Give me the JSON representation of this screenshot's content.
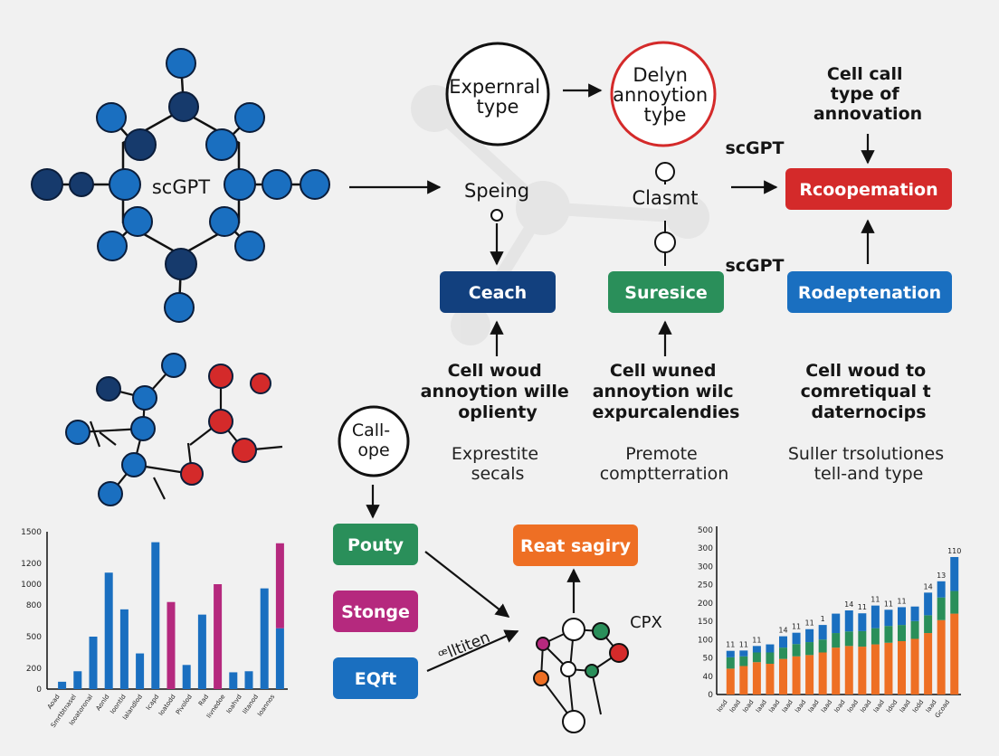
{
  "colors": {
    "blue": "#1a6fc0",
    "navy": "#163a6c",
    "red": "#d42a2a",
    "green": "#2a8f5a",
    "magenta": "#b5297e",
    "orange": "#ee6f24",
    "dark_box": "#12407e",
    "stage_bg": "#f1f1f1"
  },
  "molecule_label": "scGPT",
  "circles": {
    "external": [
      "Expernral",
      "type"
    ],
    "delyn": [
      "Delyn",
      "annoytion",
      "tyþe"
    ],
    "call": [
      "Call-",
      "ope"
    ]
  },
  "labels": {
    "cell_call": [
      "Cell call",
      "type of",
      "annovation"
    ],
    "scgpt_top": "scGPT",
    "scgpt_mid": "scGPT",
    "speing": "Speing",
    "clasmt": "Clasmt",
    "cpx": "CPX",
    "diagonal": "ꟹlltiten"
  },
  "boxes": {
    "reco": "Rcoopemation",
    "reda": "Rodeptenation",
    "ceach": "Ceach",
    "suresice": "Suresice",
    "pouty": "Pouty",
    "stonge": "Stonge",
    "eqft": "EQft",
    "reat": "Reat sagiry"
  },
  "captions": {
    "col1_bold": [
      "Cell woud",
      "annoytion wille",
      "oplienty"
    ],
    "col2_bold": [
      "Cell wuned",
      "annoytion wilc",
      "expurcalendies"
    ],
    "col3_bold": [
      "Cell woud to",
      "comretiqual t",
      "daternocips"
    ],
    "col1_light": [
      "Exprestite",
      "secals"
    ],
    "col2_light": [
      "Premote",
      "comptterration"
    ],
    "col3_light": [
      "Suller trsolutiones",
      "tell-and type"
    ]
  },
  "chart_data": [
    {
      "type": "bar",
      "y_ticks": [
        "1500",
        "1200",
        "1000",
        "800",
        "500",
        "200",
        "0"
      ],
      "categories": [
        "Aoad",
        "Smrtbtnasel",
        "Iooatoronal",
        "Aonld",
        "Ioontld",
        "Ialandlod",
        "Icapd",
        "Ioatodd",
        "Pivolod",
        "Rad",
        "Iivnedoe",
        "Ioahvd",
        "Iitanod",
        "Ioannos"
      ],
      "series": [
        {
          "values": [
            70,
            170,
            500,
            1110,
            760,
            340,
            1400,
            0,
            230,
            710,
            0,
            160,
            170,
            960,
            580
          ]
        },
        {
          "values": [
            0,
            0,
            0,
            0,
            0,
            0,
            0,
            830,
            0,
            0,
            1000,
            0,
            0,
            0,
            810
          ]
        }
      ],
      "ylim": [
        0,
        1500
      ]
    },
    {
      "type": "bar",
      "stacked": true,
      "y_ticks": [
        "500",
        "300",
        "300",
        "250",
        "200",
        "150",
        "100",
        "50",
        "40",
        "0"
      ],
      "data_labels": [
        "11",
        "11",
        "11",
        "14",
        "11",
        "11",
        "1",
        "14",
        "11",
        "11",
        "11",
        "11",
        "14",
        "13",
        "110"
      ],
      "categories": [
        "Iosd",
        "Ioad",
        "Ioad",
        "Iaad",
        "Iaad",
        "Iaad",
        "Iaad",
        "Iaad",
        "Iaad",
        "Ioad",
        "Ioad",
        "Ioad",
        "Iaad",
        "Idod",
        "Iaad",
        "Iodd",
        "Iaad",
        "Gcoad"
      ],
      "series": [
        {
          "name": "",
          "values": [
            80,
            88,
            100,
            95,
            110,
            118,
            122,
            130,
            145,
            150,
            148,
            155,
            160,
            165,
            172,
            190,
            230,
            250
          ]
        },
        {
          "name": "",
          "values": [
            35,
            30,
            30,
            35,
            35,
            38,
            40,
            40,
            45,
            45,
            48,
            50,
            52,
            50,
            55,
            55,
            70,
            70
          ]
        },
        {
          "name": "",
          "values": [
            20,
            18,
            20,
            25,
            35,
            35,
            40,
            45,
            60,
            65,
            55,
            70,
            50,
            55,
            45,
            70,
            50,
            105
          ]
        }
      ],
      "ylim": [
        0,
        520
      ]
    }
  ]
}
